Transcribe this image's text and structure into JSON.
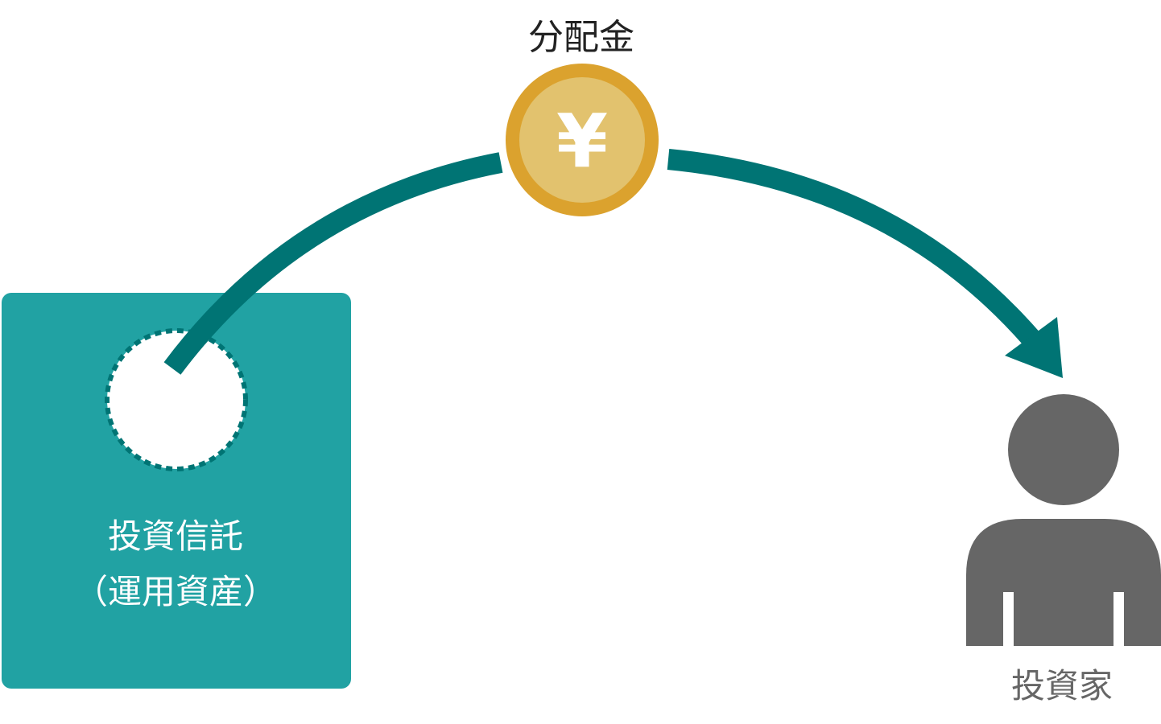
{
  "distribution": {
    "label": "分配金",
    "coin_symbol": "¥",
    "coin_outer_color": "#DBA22E",
    "coin_inner_color": "#E2C26E"
  },
  "fund": {
    "line1": "投資信託",
    "line2": "（運用資産）",
    "box_color": "#21A2A3"
  },
  "investor": {
    "label": "投資家",
    "figure_color": "#666666"
  },
  "arrow_color": "#007474"
}
